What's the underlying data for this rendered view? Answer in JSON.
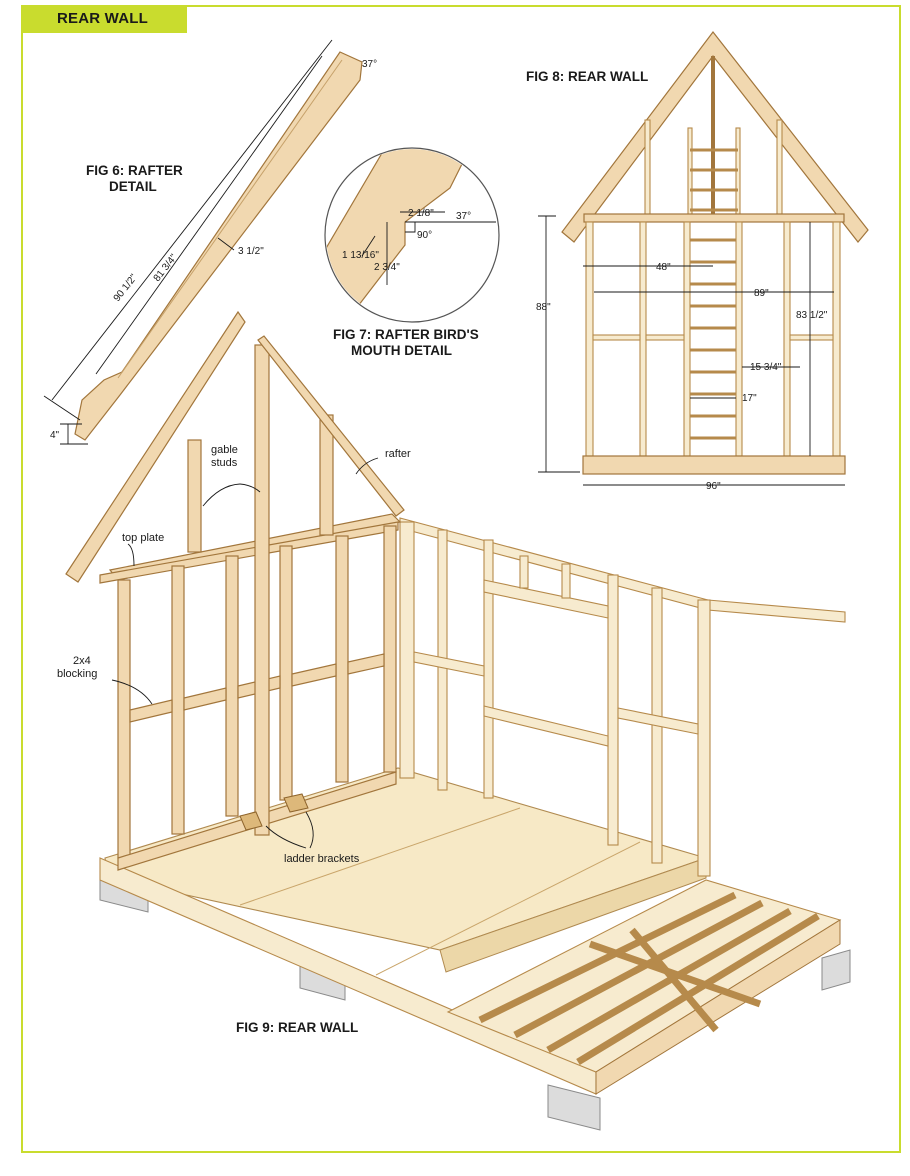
{
  "header": {
    "tab_title": "REAR WALL"
  },
  "fig6": {
    "title_line1": "FIG 6: RAFTER",
    "title_line2": "DETAIL",
    "angle": "37°",
    "length_outer": "90 1/2\"",
    "length_inner": "81 3/4\"",
    "width": "3 1/2\"",
    "end_depth": "4\""
  },
  "fig7": {
    "title_line1": "FIG 7: RAFTER BIRD'S",
    "title_line2": "MOUTH DETAIL",
    "seat_width": "2 1/8\"",
    "angle": "37°",
    "right_angle": "90°",
    "heel_depth": "1 13/16\"",
    "cut_depth": "2 3/4\""
  },
  "fig8": {
    "title": "FIG 8: REAR WALL",
    "dim_48": "48\"",
    "dim_89": "89\"",
    "dim_88": "88\"",
    "dim_83_5": "83 1/2\"",
    "dim_15_75": "15 3/4\"",
    "dim_17": "17\"",
    "dim_96": "96\""
  },
  "fig9": {
    "title": "FIG 9: REAR WALL",
    "label_gable_studs_1": "gable",
    "label_gable_studs_2": "studs",
    "label_rafter": "rafter",
    "label_top_plate": "top plate",
    "label_blocking_1": "2x4",
    "label_blocking_2": "blocking",
    "label_ladder_brackets": "ladder brackets"
  },
  "colors": {
    "accent": "#c9dc2e",
    "wood_fill": "#f1d8b0",
    "wood_edge": "#a2763c"
  }
}
